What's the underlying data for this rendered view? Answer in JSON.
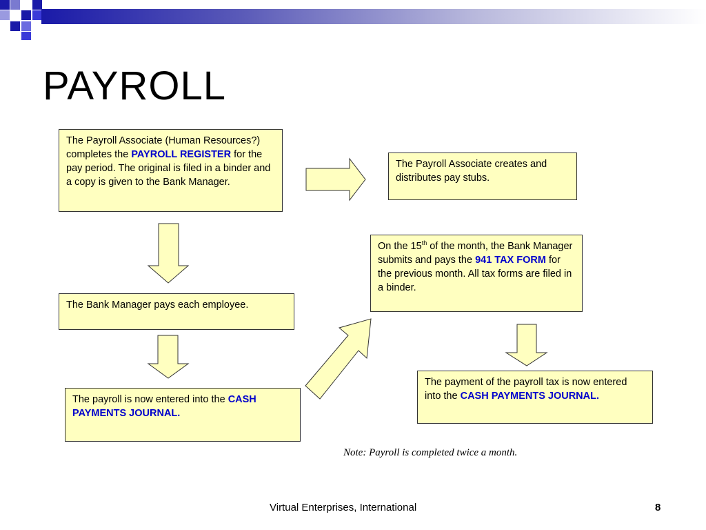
{
  "slide": {
    "title": "PAYROLL",
    "footer": "Virtual Enterprises, International",
    "page_number": "8",
    "note": "Note:  Payroll is completed twice a month."
  },
  "boxes": {
    "box1": {
      "text_a": "The Payroll Associate (Human Resources?) completes the ",
      "kw": "PAYROLL REGISTER",
      "text_b": " for the pay period.  The original is filed in a binder and a copy is given to the Bank Manager."
    },
    "box2": {
      "text_a": "The Payroll Associate creates and distributes pay stubs."
    },
    "box3": {
      "text_a": "The Bank Manager pays each employee."
    },
    "box4": {
      "text_a": "The payroll is now entered into the ",
      "kw": "CASH PAYMENTS JOURNAL."
    },
    "box5": {
      "text_a": "On the 15",
      "sup": "th",
      "text_b": " of the month, the Bank Manager submits and pays the ",
      "kw": "941 TAX FORM",
      "text_c": " for the previous month.  All tax forms are filed in a binder."
    },
    "box6": {
      "text_a": "The payment of the payroll tax is now entered into the ",
      "kw": "CASH PAYMENTS JOURNAL."
    }
  },
  "colors": {
    "box_fill": "#ffffc0",
    "keyword": "#0000cc",
    "banner": "#1a1aa8"
  }
}
